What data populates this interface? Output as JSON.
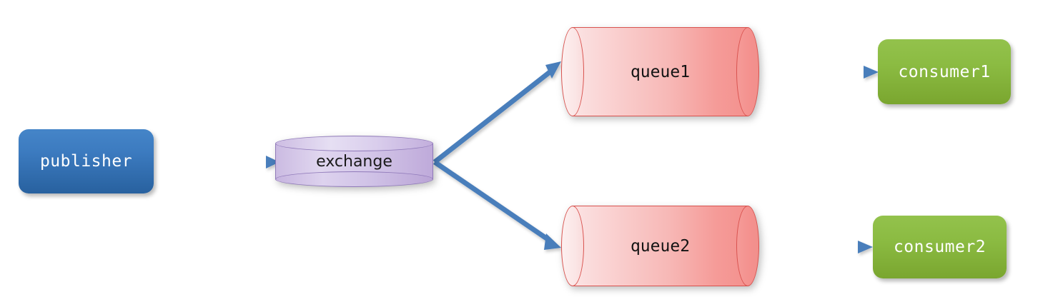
{
  "diagram": {
    "title": "publisher / exchange / queue / consumer message flow",
    "background": "#ffffff",
    "colors": {
      "publisher_blue": "#3c7bc0",
      "exchange_purple": "#d3c6e8",
      "exchange_stroke": "#8f79b9",
      "queue_pink": "#f7b8b6",
      "queue_stroke": "#d9534f",
      "consumer_green": "#8bbb42",
      "arrow_blue": "#4a7ebb",
      "node_text": "#ffffff",
      "shape_text": "#141414"
    },
    "nodes": [
      {
        "id": "publisher",
        "label": "publisher",
        "shape": "rounded-rect",
        "role": "source"
      },
      {
        "id": "exchange",
        "label": "exchange",
        "shape": "vertical-cylinder",
        "role": "router"
      },
      {
        "id": "queue1",
        "label": "queue1",
        "shape": "horizontal-cylinder",
        "role": "queue"
      },
      {
        "id": "queue2",
        "label": "queue2",
        "shape": "horizontal-cylinder",
        "role": "queue"
      },
      {
        "id": "consumer1",
        "label": "consumer1",
        "shape": "rounded-rect",
        "role": "sink"
      },
      {
        "id": "consumer2",
        "label": "consumer2",
        "shape": "rounded-rect",
        "role": "sink"
      }
    ],
    "edges": [
      {
        "id": "e1",
        "from": "publisher",
        "to": "exchange",
        "style": "straight-arrow"
      },
      {
        "id": "e2",
        "from": "exchange",
        "to": "queue1",
        "style": "diagonal-arrow"
      },
      {
        "id": "e3",
        "from": "exchange",
        "to": "queue2",
        "style": "diagonal-arrow"
      },
      {
        "id": "e4",
        "from": "queue1",
        "to": "consumer1",
        "style": "straight-arrow"
      },
      {
        "id": "e5",
        "from": "queue2",
        "to": "consumer2",
        "style": "straight-arrow"
      }
    ]
  }
}
